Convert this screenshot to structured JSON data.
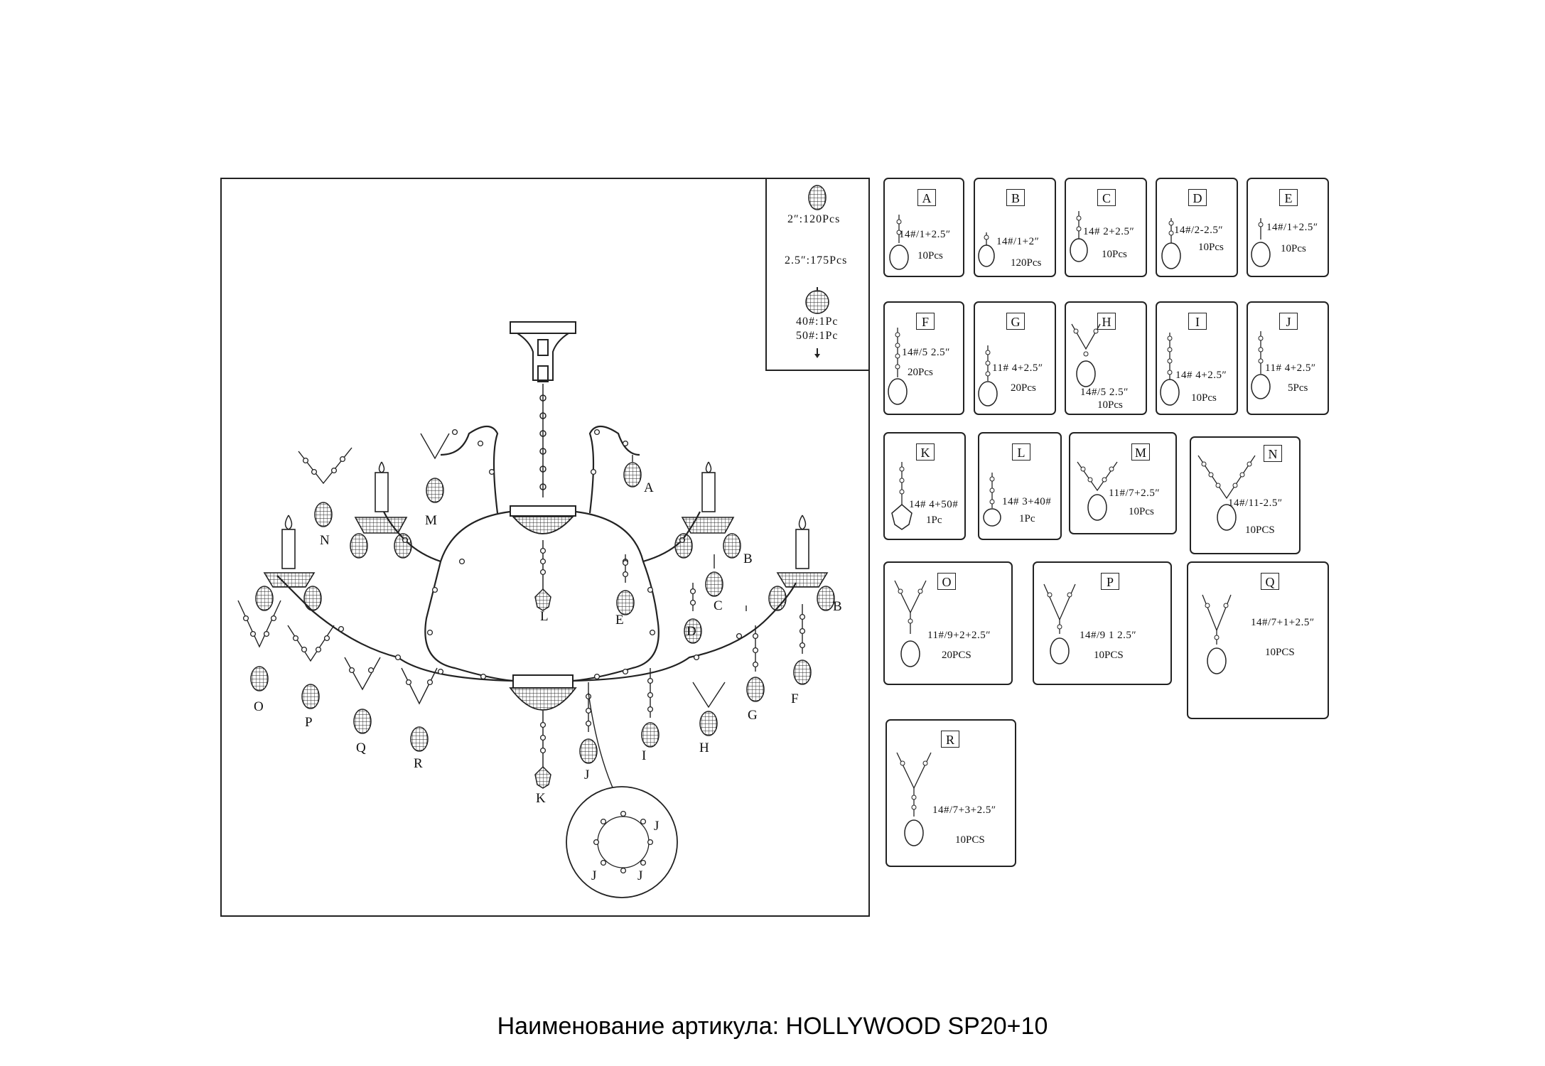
{
  "legend": {
    "item1": "2″:120Pcs",
    "item2": "2.5″:175Pcs",
    "item3": "40#:1Pc",
    "item4": "50#:1Pc"
  },
  "diagram_labels": [
    "A",
    "B",
    "B",
    "C",
    "D",
    "E",
    "F",
    "G",
    "H",
    "I",
    "J",
    "J",
    "J",
    "J",
    "K",
    "L",
    "M",
    "N",
    "O",
    "P",
    "Q",
    "R"
  ],
  "cards": [
    {
      "letter": "A",
      "spec": "14#/1+2.5″",
      "qty": "10Pcs"
    },
    {
      "letter": "B",
      "spec": "14#/1+2″",
      "qty": "120Pcs"
    },
    {
      "letter": "C",
      "spec": "14# 2+2.5″",
      "qty": "10Pcs"
    },
    {
      "letter": "D",
      "spec": "14#/2-2.5″",
      "qty": "10Pcs"
    },
    {
      "letter": "E",
      "spec": "14#/1+2.5″",
      "qty": "10Pcs"
    },
    {
      "letter": "F",
      "spec": "14#/5 2.5″",
      "qty": "20Pcs"
    },
    {
      "letter": "G",
      "spec": "11# 4+2.5″",
      "qty": "20Pcs"
    },
    {
      "letter": "H",
      "spec": "14#/5 2.5″",
      "qty": "10Pcs"
    },
    {
      "letter": "I",
      "spec": "14# 4+2.5″",
      "qty": "10Pcs"
    },
    {
      "letter": "J",
      "spec": "11# 4+2.5″",
      "qty": "5Pcs"
    },
    {
      "letter": "K",
      "spec": "14# 4+50#",
      "qty": "1Pc"
    },
    {
      "letter": "L",
      "spec": "14# 3+40#",
      "qty": "1Pc"
    },
    {
      "letter": "M",
      "spec": "11#/7+2.5″",
      "qty": "10Pcs"
    },
    {
      "letter": "N",
      "spec": "14#/11-2.5″",
      "qty": "10PCS"
    },
    {
      "letter": "O",
      "spec": "11#/9+2+2.5″",
      "qty": "20PCS"
    },
    {
      "letter": "P",
      "spec": "14#/9 1 2.5″",
      "qty": "10PCS"
    },
    {
      "letter": "Q",
      "spec": "14#/7+1+2.5″",
      "qty": "10PCS"
    },
    {
      "letter": "R",
      "spec": "14#/7+3+2.5″",
      "qty": "10PCS"
    }
  ],
  "caption": "Наименование артикула: HOLLYWOOD SP20+10"
}
